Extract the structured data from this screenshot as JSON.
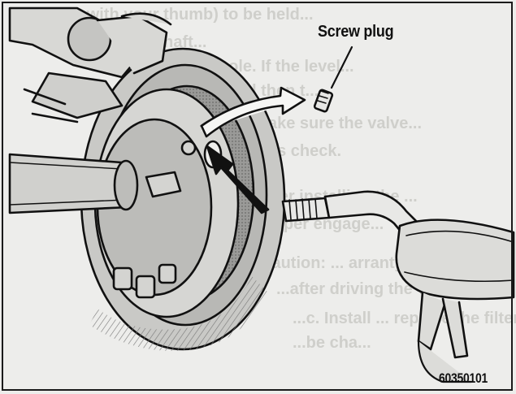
{
  "labels": {
    "screw_plug": "Screw plug",
    "figure_code": "60350101"
  },
  "background_text": [
    "...with your thumb) to be held...",
    "...mary shaft...",
    "...edge of the hole. If the level...",
    "...the plug and then t...",
    "h. Make sure the valve...",
    "...this check.",
    "i. After installing the ...",
    "...proper engage...",
    "Caution: ... arranty re...",
    "...after driving the vehicle ... to",
    "...c. Install ... replace the filter p...",
    "...be cha..."
  ]
}
